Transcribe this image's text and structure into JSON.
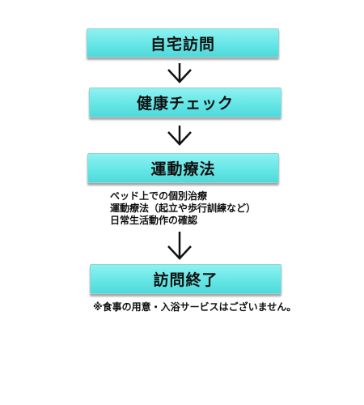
{
  "flow": {
    "steps": [
      {
        "label": "自宅訪問"
      },
      {
        "label": "健康チェック"
      },
      {
        "label": "運動療法"
      },
      {
        "label": "訪問終了"
      }
    ],
    "arrow_icon": "down-arrow-icon",
    "exercise_details": [
      "ベッド上での個別治療",
      "運動療法（起立や歩行訓練など）",
      "日常生活動作の確認"
    ],
    "footnote": "※食事の用意・入浴サービスはございません。"
  },
  "colors": {
    "box_fill": "#66e6e6",
    "box_border": "#8fd6d6",
    "text": "#111111",
    "background": "#ffffff"
  }
}
